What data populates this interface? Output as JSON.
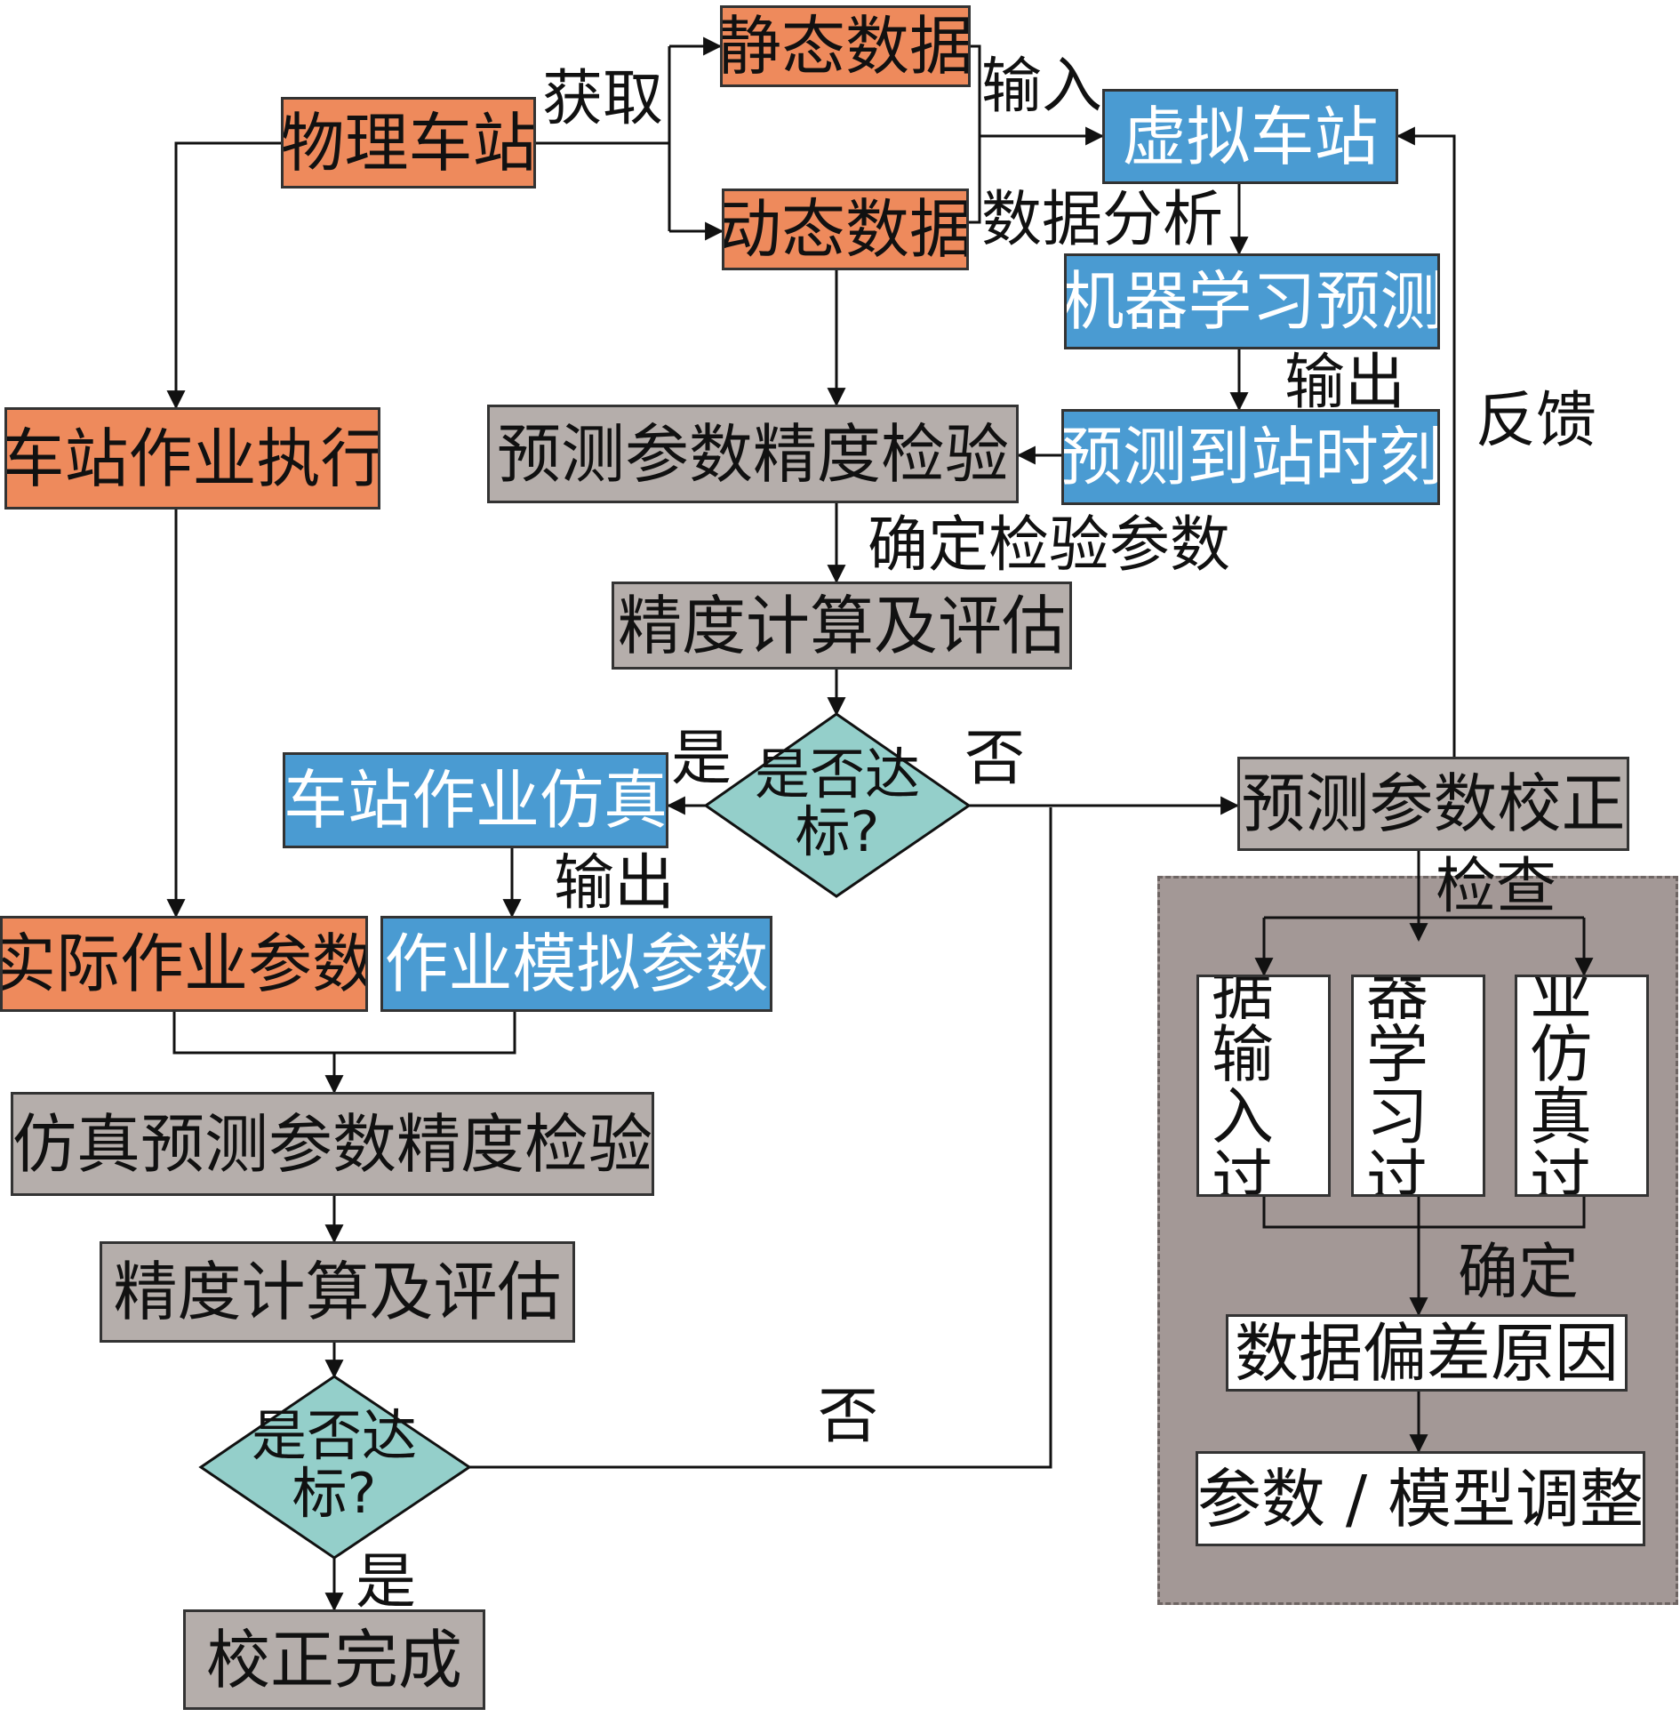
{
  "colors": {
    "orange": "#ee8a5c",
    "blue": "#4a9bd2",
    "gray": "#b5aeab",
    "teal": "#94cfca",
    "panel": "#a39896"
  },
  "nodes": {
    "physical_station": "物理车站",
    "static_data": "静态数据",
    "dynamic_data": "动态数据",
    "virtual_station": "虚拟车站",
    "ml_prediction": "机器学习预测",
    "predicted_arrival": "预测到站时刻",
    "param_accuracy_check": "预测参数精度检验",
    "accuracy_eval_1": "精度计算及评估",
    "decision_1": "是否达标?",
    "station_simulation": "车站作业仿真",
    "param_correction": "预测参数校正",
    "station_operation": "车站作业执行",
    "actual_params": "实际作业参数",
    "simulated_params": "作业模拟参数",
    "sim_accuracy_check": "仿真预测参数精度检验",
    "accuracy_eval_2": "精度计算及评估",
    "decision_2": "是否达标?",
    "calibration_done": "校正完成",
    "data_input_process": "数据输入过程",
    "ml_process": "机器学习过程",
    "sim_process": "作业仿真过程",
    "data_deviation": "数据偏差原因",
    "param_model_adjust": "参数 / 模型调整"
  },
  "edge_labels": {
    "acquire": "获取",
    "input": "输入",
    "data_analysis": "数据分析",
    "output_1": "输出",
    "feedback": "反馈",
    "determine_params": "确定检验参数",
    "yes_1": "是",
    "no_1": "否",
    "output_2": "输出",
    "check": "检查",
    "determine": "确定",
    "no_2": "否",
    "yes_2": "是"
  }
}
